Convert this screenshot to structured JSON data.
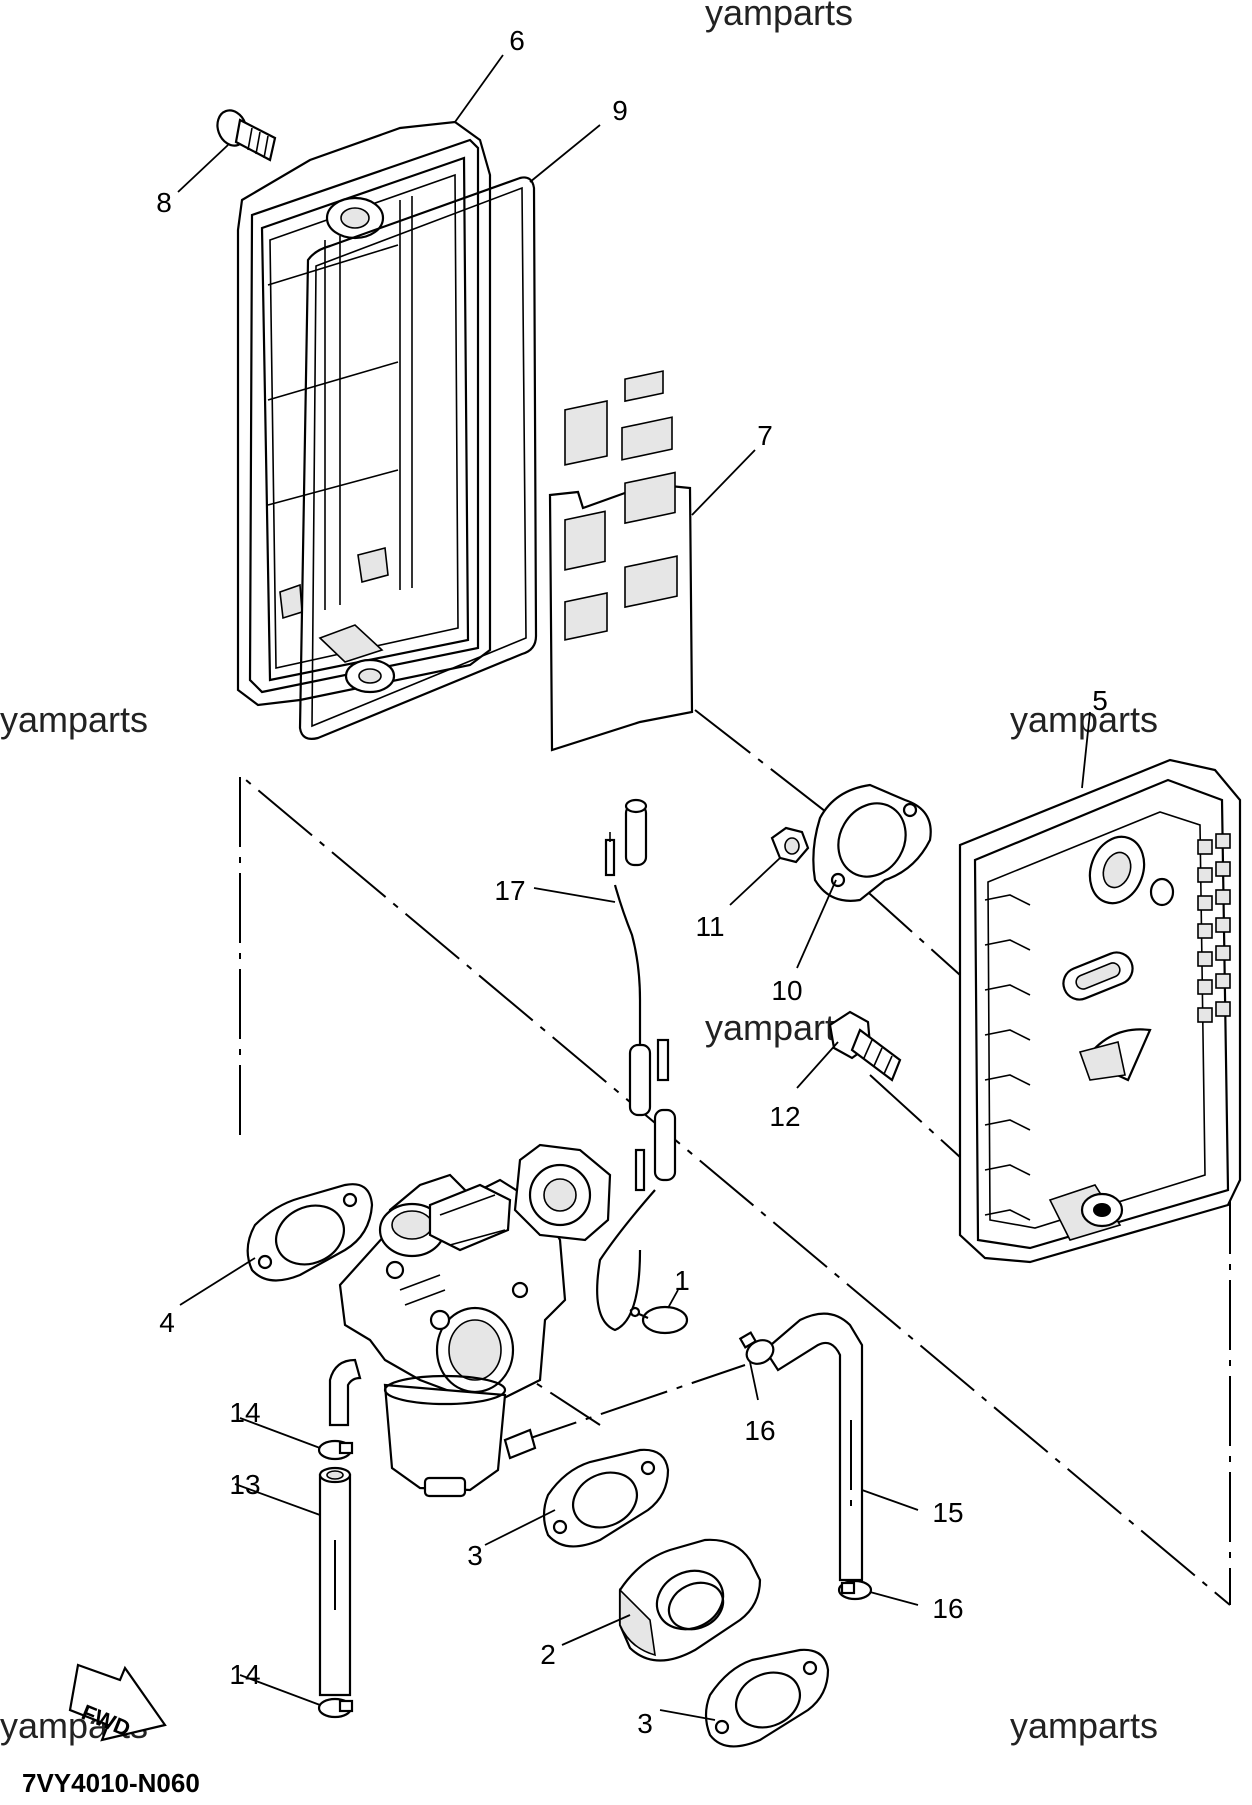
{
  "watermark": "yamparts",
  "diagram_code": "7VY4010-N060",
  "fwd_label": "FWD",
  "callouts": {
    "c1": "1",
    "c2": "2",
    "c3a": "3",
    "c3b": "3",
    "c4": "4",
    "c5": "5",
    "c6": "6",
    "c7": "7",
    "c8": "8",
    "c9": "9",
    "c10": "10",
    "c11": "11",
    "c12": "12",
    "c13": "13",
    "c14a": "14",
    "c14b": "14",
    "c15": "15",
    "c16a": "16",
    "c16b": "16",
    "c17": "17"
  }
}
